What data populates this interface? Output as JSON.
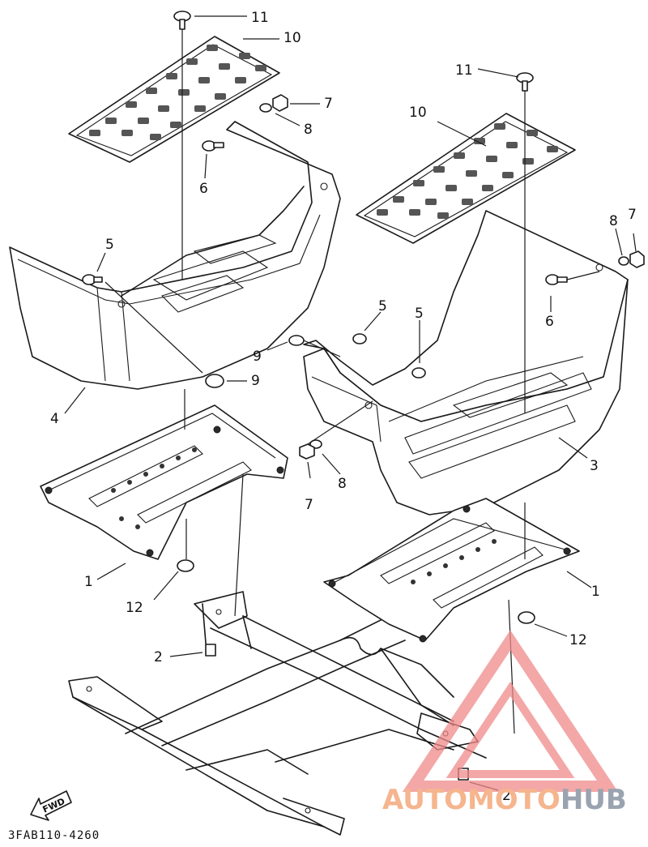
{
  "diagram": {
    "part_labels": [
      {
        "id": "label-11-left",
        "text": "11"
      },
      {
        "id": "label-10-left",
        "text": "10"
      },
      {
        "id": "label-7-left",
        "text": "7"
      },
      {
        "id": "label-8-left",
        "text": "8"
      },
      {
        "id": "label-6-left",
        "text": "6"
      },
      {
        "id": "label-5-left",
        "text": "5"
      },
      {
        "id": "label-4",
        "text": "4"
      },
      {
        "id": "label-9-top",
        "text": "9"
      },
      {
        "id": "label-9-bottom",
        "text": "9"
      },
      {
        "id": "label-1-left",
        "text": "1"
      },
      {
        "id": "label-12-left",
        "text": "12"
      },
      {
        "id": "label-2-left",
        "text": "2"
      },
      {
        "id": "label-11-right",
        "text": "11"
      },
      {
        "id": "label-10-right",
        "text": "10"
      },
      {
        "id": "label-8-right-top",
        "text": "8"
      },
      {
        "id": "label-7-right-top",
        "text": "7"
      },
      {
        "id": "label-6-right",
        "text": "6"
      },
      {
        "id": "label-5-right-a",
        "text": "5"
      },
      {
        "id": "label-5-right-b",
        "text": "5"
      },
      {
        "id": "label-3",
        "text": "3"
      },
      {
        "id": "label-7-right-bottom",
        "text": "7"
      },
      {
        "id": "label-8-right-bottom",
        "text": "8"
      },
      {
        "id": "label-1-right",
        "text": "1"
      },
      {
        "id": "label-12-right",
        "text": "12"
      },
      {
        "id": "label-2-right",
        "text": "2"
      }
    ],
    "fwd_label": "FWD",
    "diagram_code": "3FAB110-4260"
  },
  "watermark": {
    "brand_part1": "AUTOMOTO",
    "brand_part2": "HUB",
    "colors": {
      "triangle": "#f08a8a",
      "brand_part1": "#f5b58e",
      "brand_part2": "#9aa4b0"
    }
  }
}
